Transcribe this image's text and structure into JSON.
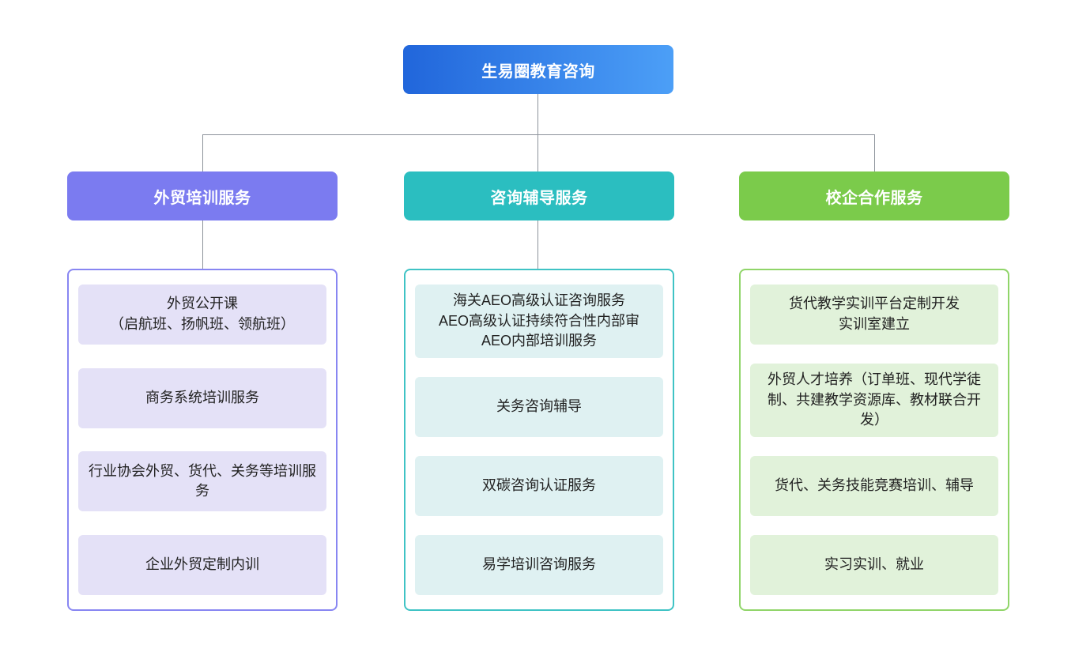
{
  "root": {
    "label": "生易圈教育咨询",
    "gradient": "linear-gradient(90deg, #2166db, #4c9ff7)"
  },
  "connector_color": "#8d939b",
  "branches": [
    {
      "id": "trade-training",
      "label": "外贸培训服务",
      "header_color": "#7b7bf0",
      "border_color": "#8886f2",
      "item_bg": "#e4e1f7",
      "items": [
        "外贸公开课\n（启航班、扬帆班、领航班）",
        "商务系统培训服务",
        "行业协会外贸、货代、关务等培训服务",
        "企业外贸定制内训"
      ]
    },
    {
      "id": "consulting-coaching",
      "label": "咨询辅导服务",
      "header_color": "#2bbec0",
      "border_color": "#3fc3c5",
      "item_bg": "#dff1f2",
      "items": [
        "海关AEO高级认证咨询服务\nAEO高级认证持续符合性内部审\nAEO内部培训服务",
        "关务咨询辅导",
        "双碳咨询认证服务",
        "易学培训咨询服务"
      ]
    },
    {
      "id": "school-enterprise",
      "label": "校企合作服务",
      "header_color": "#7bcb4b",
      "border_color": "#90d569",
      "item_bg": "#e1f2da",
      "items": [
        "货代教学实训平台定制开发\n实训室建立",
        "外贸人才培养（订单班、现代学徒制、共建教学资源库、教材联合开发）",
        "货代、关务技能竞赛培训、辅导",
        "实习实训、就业"
      ]
    }
  ]
}
